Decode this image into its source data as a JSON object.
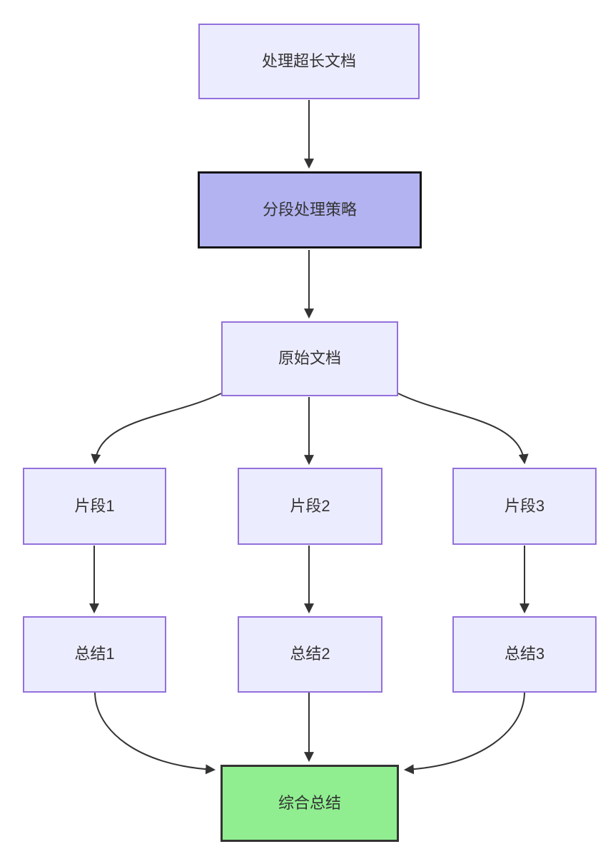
{
  "diagram": {
    "type": "flowchart-top-down",
    "nodes": {
      "task": {
        "label": "处理超长文档"
      },
      "strategy": {
        "label": "分段处理策略"
      },
      "source": {
        "label": "原始文档"
      },
      "fragment1": {
        "label": "片段1"
      },
      "fragment2": {
        "label": "片段2"
      },
      "fragment3": {
        "label": "片段3"
      },
      "summary1": {
        "label": "总结1"
      },
      "summary2": {
        "label": "总结2"
      },
      "summary3": {
        "label": "总结3"
      },
      "final": {
        "label": "综合总结"
      }
    },
    "edges": [
      {
        "from": "处理超长文档",
        "to": "分段处理策略"
      },
      {
        "from": "分段处理策略",
        "to": "原始文档"
      },
      {
        "from": "原始文档",
        "to": "片段1"
      },
      {
        "from": "原始文档",
        "to": "片段2"
      },
      {
        "from": "原始文档",
        "to": "片段3"
      },
      {
        "from": "片段1",
        "to": "总结1"
      },
      {
        "from": "片段2",
        "to": "总结2"
      },
      {
        "from": "片段3",
        "to": "总结3"
      },
      {
        "from": "总结1",
        "to": "综合总结"
      },
      {
        "from": "总结2",
        "to": "综合总结"
      },
      {
        "from": "总结3",
        "to": "综合总结"
      }
    ]
  },
  "colors": {
    "node_fill": "#ECECFF",
    "node_border": "#9370DB",
    "strategy_fill": "#B3B3F1",
    "strategy_border": "#141414",
    "final_fill": "#90EE90",
    "final_border": "#333333",
    "edge": "#333333",
    "text": "#333333",
    "background": "#FFFFFF"
  }
}
